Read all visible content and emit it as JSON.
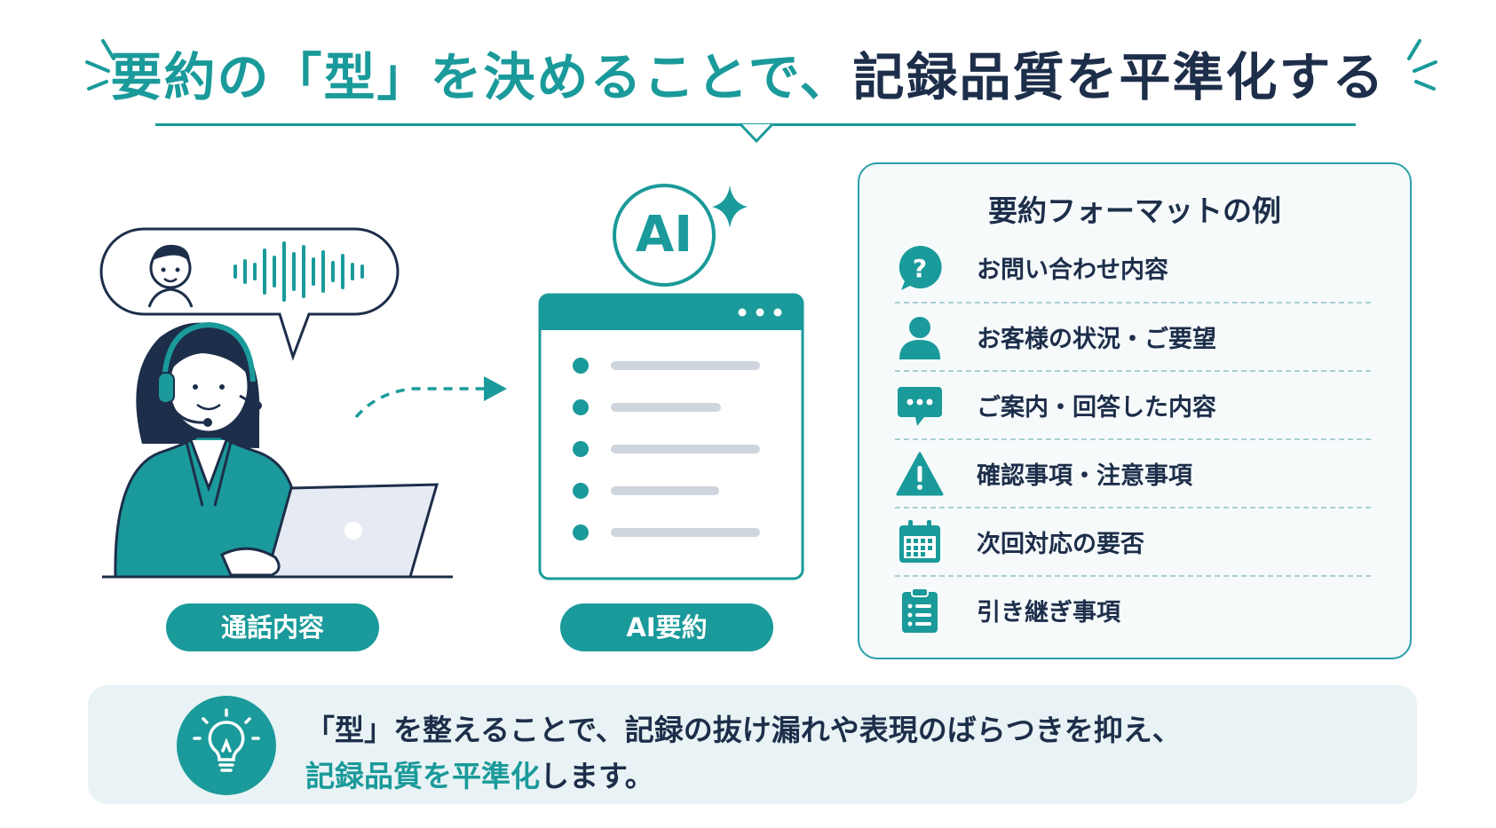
{
  "title": {
    "part1": "要約の「型」を決めることで、",
    "part2": "記録品質を平準化する"
  },
  "flow": {
    "call_label": "通話内容",
    "ai_badge": "AI",
    "summary_label": "AI要約"
  },
  "format_card": {
    "title": "要約フォーマットの例",
    "items": [
      {
        "icon": "question-bubble-icon",
        "label": "お問い合わせ内容"
      },
      {
        "icon": "person-icon",
        "label": "お客様の状況・ご要望"
      },
      {
        "icon": "chat-bubble-icon",
        "label": "ご案内・回答した内容"
      },
      {
        "icon": "warning-icon",
        "label": "確認事項・注意事項"
      },
      {
        "icon": "calendar-icon",
        "label": "次回対応の要否"
      },
      {
        "icon": "clipboard-icon",
        "label": "引き継ぎ事項"
      }
    ]
  },
  "banner": {
    "line1": "「型」を整えることで、記録の抜け漏れや表現のばらつきを抑え、",
    "line2_highlight": "記録品質を平準化",
    "line2_rest": "します。"
  },
  "colors": {
    "accent": "#1a9a9a",
    "dark_text": "#1d2e4a",
    "banner_bg": "#e9f3f5",
    "card_border": "#2aa0a8"
  }
}
